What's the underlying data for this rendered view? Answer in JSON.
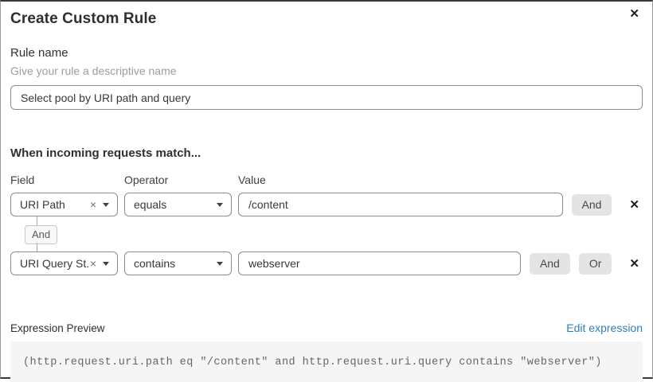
{
  "dialog": {
    "title": "Create Custom Rule",
    "close_icon": "✕"
  },
  "rule_name": {
    "label": "Rule name",
    "hint": "Give your rule a descriptive name",
    "value": "Select pool by URI path and query"
  },
  "matcher": {
    "heading": "When incoming requests match...",
    "columns": {
      "field": "Field",
      "operator": "Operator",
      "value": "Value"
    },
    "connector": "And",
    "rows": [
      {
        "field": "URI Path",
        "operator": "equals",
        "value": "/content",
        "and_label": "And",
        "clear_icon": "×",
        "remove_icon": "✕"
      },
      {
        "field": "URI Query St...",
        "operator": "contains",
        "value": "webserver",
        "and_label": "And",
        "or_label": "Or",
        "clear_icon": "×",
        "remove_icon": "✕"
      }
    ]
  },
  "expression": {
    "label": "Expression Preview",
    "edit_link": "Edit expression",
    "code": "(http.request.uri.path eq \"/content\" and http.request.uri.query contains \"webserver\")"
  },
  "colors": {
    "link_blue": "#2f7dbf",
    "button_gray": "#e4e4e4",
    "input_border": "#8d8d8d",
    "code_background": "#f5f5f5"
  }
}
